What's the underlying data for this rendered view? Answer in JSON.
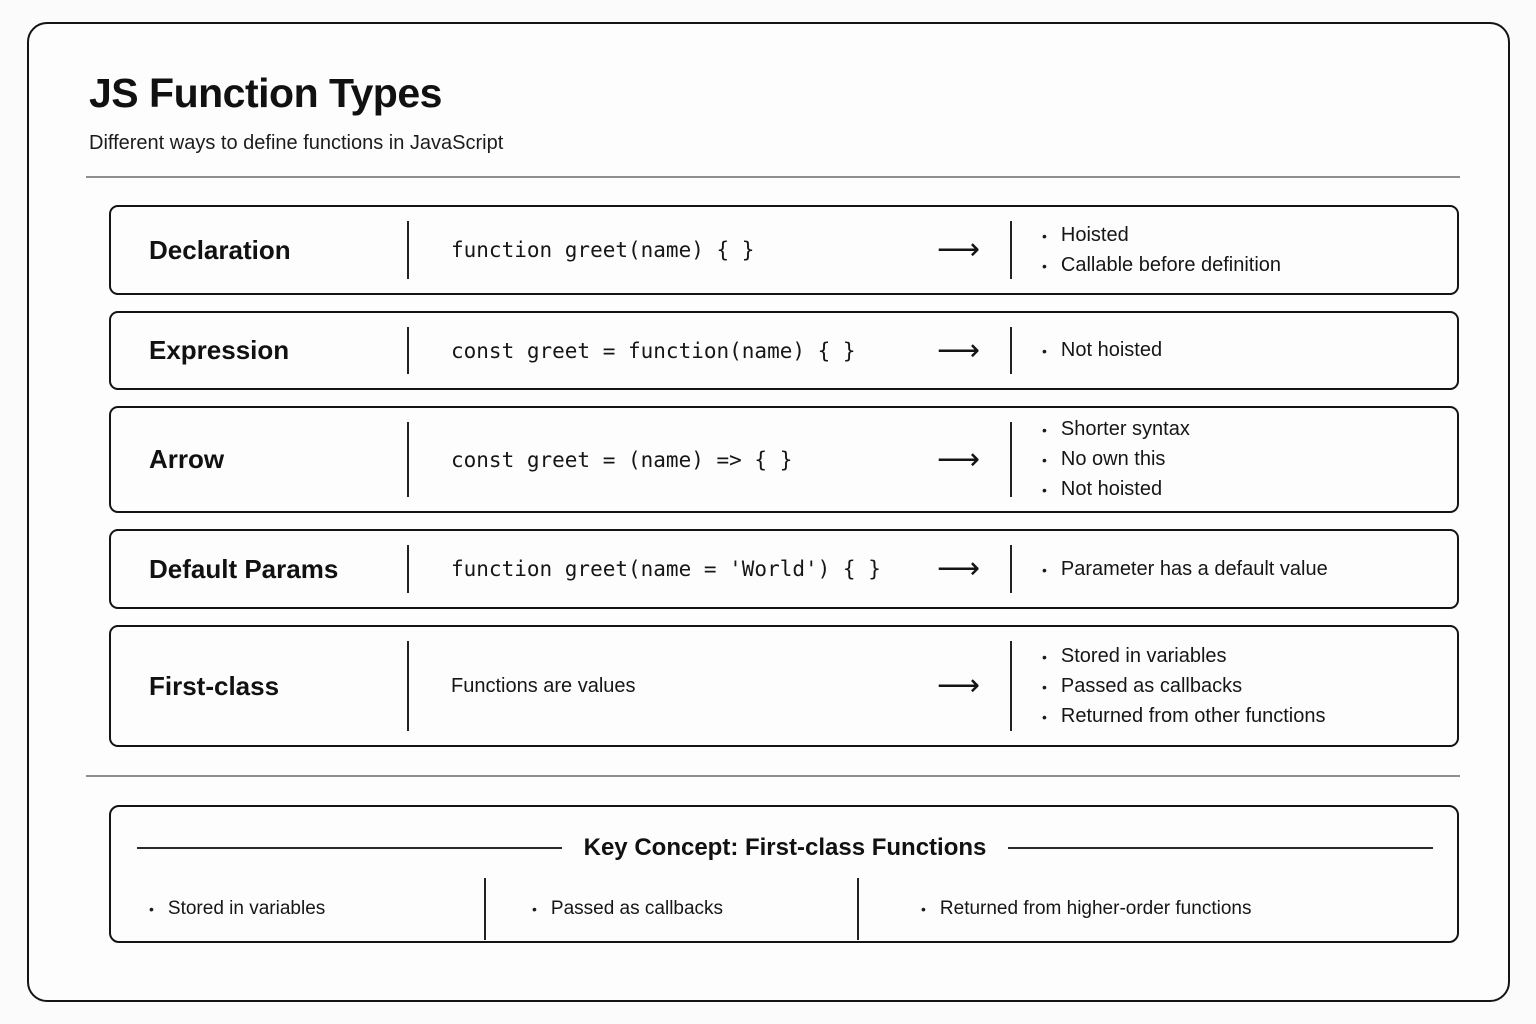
{
  "page": {
    "title": "JS Function Types",
    "subtitle": "Different ways to define functions in JavaScript"
  },
  "icons": {
    "arrow_right": "⟶",
    "bullet": "•"
  },
  "rows": [
    {
      "label": "Declaration",
      "code": "function greet(name) { }",
      "notes": [
        "Hoisted",
        "Callable before definition"
      ]
    },
    {
      "label": "Expression",
      "code": "const greet = function(name) { }",
      "notes": [
        "Not hoisted"
      ]
    },
    {
      "label": "Arrow",
      "code": "const greet = (name) => { }",
      "notes": [
        "Shorter syntax",
        "No own this",
        "Not hoisted"
      ]
    },
    {
      "label": "Default Params",
      "code": "function greet(name = 'World') { }",
      "notes": [
        "Parameter has a default value"
      ]
    },
    {
      "label": "First-class",
      "code": "Functions are values",
      "notes": [
        "Stored in variables",
        "Passed as callbacks",
        "Returned from other functions"
      ]
    }
  ],
  "key_concept": {
    "title": "Key Concept: First-class Functions",
    "items": [
      "Stored in variables",
      "Passed as callbacks",
      "Returned from higher-order functions"
    ]
  },
  "colors": {
    "text": "#161616",
    "border": "#141414",
    "divider": "#222222",
    "rule": "#8f8f8f",
    "background": "#fbfbfb",
    "panel": "#fdfdfd"
  }
}
